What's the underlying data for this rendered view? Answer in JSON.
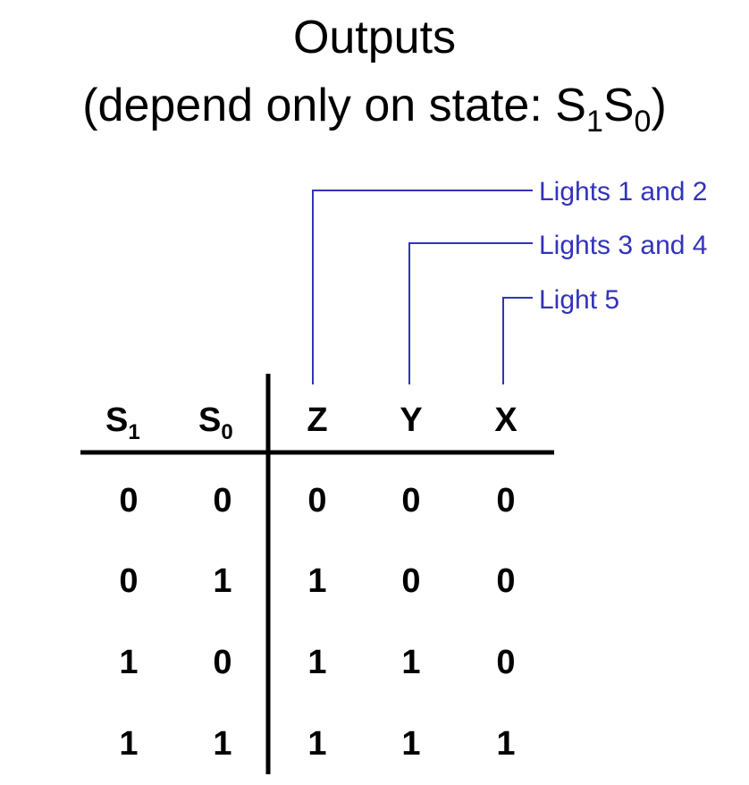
{
  "title": {
    "line1": "Outputs",
    "line2_prefix": "(depend only on state: ",
    "line2_s": "S",
    "line2_sub1": "1",
    "line2_sub0": "0",
    "line2_suffix": ")"
  },
  "table": {
    "headers": [
      {
        "main": "S",
        "sub": "1"
      },
      {
        "main": "S",
        "sub": "0"
      },
      {
        "main": "Z",
        "sub": ""
      },
      {
        "main": "Y",
        "sub": ""
      },
      {
        "main": "X",
        "sub": ""
      }
    ],
    "rows": [
      [
        "0",
        "0",
        "0",
        "0",
        "0"
      ],
      [
        "0",
        "1",
        "1",
        "0",
        "0"
      ],
      [
        "1",
        "0",
        "1",
        "1",
        "0"
      ],
      [
        "1",
        "1",
        "1",
        "1",
        "1"
      ]
    ]
  },
  "callouts": [
    {
      "column": "Z",
      "label": "Lights 1 and 2"
    },
    {
      "column": "Y",
      "label": "Lights 3 and 4"
    },
    {
      "column": "X",
      "label": "Light 5"
    }
  ],
  "colors": {
    "text": "#000000",
    "callout": "#3333bb"
  }
}
